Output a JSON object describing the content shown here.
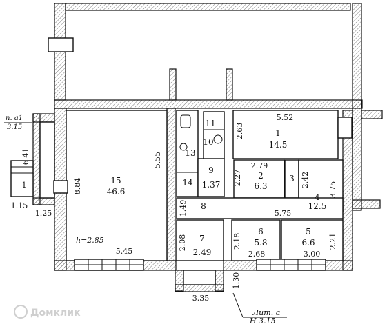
{
  "plan": {
    "rooms": [
      {
        "id": "1",
        "area": "14.5"
      },
      {
        "id": "2",
        "area": "6.3"
      },
      {
        "id": "3",
        "area": ""
      },
      {
        "id": "4",
        "area": "12.5"
      },
      {
        "id": "5",
        "area": "6.6"
      },
      {
        "id": "6",
        "area": "5.8"
      },
      {
        "id": "7",
        "area": "2.49"
      },
      {
        "id": "8",
        "area": ""
      },
      {
        "id": "9",
        "area": "1.37"
      },
      {
        "id": "10",
        "area": ""
      },
      {
        "id": "11",
        "area": ""
      },
      {
        "id": "13",
        "area": ""
      },
      {
        "id": "14",
        "area": ""
      },
      {
        "id": "15",
        "area": "46.6"
      }
    ],
    "dimensions": {
      "d552": "5.52",
      "d263": "2.63",
      "d279": "2.79",
      "d227": "2.27",
      "d242": "2.42",
      "d375": "3.75",
      "d575": "5.75",
      "d555": "5.55",
      "d884": "8.84",
      "d545": "5.45",
      "d149": "1.49",
      "d208": "2.08",
      "d218": "2.18",
      "d268": "2.68",
      "d300": "3.00",
      "d221": "2.21",
      "d335": "3.35",
      "d130": "1.30",
      "d641": "6.41",
      "d115": "1.15",
      "d125": "1.25",
      "d1": "1"
    },
    "heights": {
      "main": "h=2.85",
      "left_line1": "п. а1",
      "left_line2": "3.15",
      "bottom_line1": "Лит. а",
      "bottom_line2": "H  3.15"
    },
    "watermark": "Домклик"
  }
}
